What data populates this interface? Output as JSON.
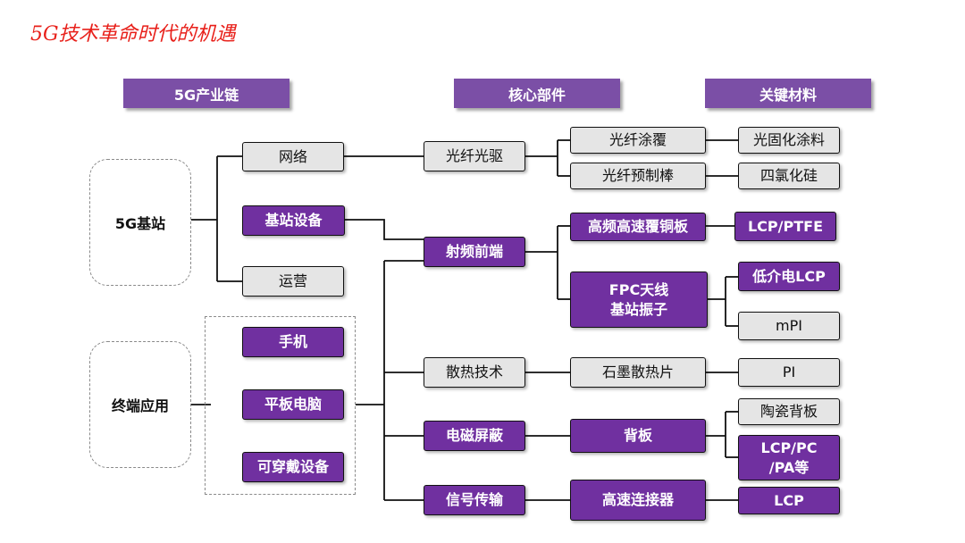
{
  "title": "5G技术革命时代的机遇",
  "headers": {
    "chain": "5G产业链",
    "core": "核心部件",
    "materials": "关键材料"
  },
  "categories": {
    "base_station": "5G基站",
    "terminal": "终端应用"
  },
  "chain": {
    "network": "网络",
    "bs_equipment": "基站设备",
    "operation": "运营",
    "phone": "手机",
    "tablet": "平板电脑",
    "wearable": "可穿戴设备"
  },
  "core": {
    "optical": "光纤光驱",
    "rf": "射频前端",
    "thermal": "散热技术",
    "emi": "电磁屏蔽",
    "signal": "信号传输"
  },
  "sub": {
    "fiber_coating": "光纤涂覆",
    "fiber_preform": "光纤预制棒",
    "ccl": "高频高速覆铜板",
    "fpc_line1": "FPC天线",
    "fpc_line2": "基站振子",
    "graphite": "石墨散热片",
    "backplate": "背板",
    "connector": "高速连接器"
  },
  "materials": {
    "photocurable": "光固化涂料",
    "sicl4": "四氯化硅",
    "lcp_ptfe": "LCP/PTFE",
    "low_dk_lcp": "低介电LCP",
    "mpi": "mPI",
    "pi": "PI",
    "ceramic": "陶瓷背板",
    "lcp_pc_line1": "LCP/PC",
    "lcp_pc_line2": "/PA等",
    "lcp": "LCP"
  },
  "colors": {
    "title": "#e8201a",
    "header": "#7b4fa6",
    "highlight": "#7030a0",
    "plain": "#e5e5e5"
  }
}
